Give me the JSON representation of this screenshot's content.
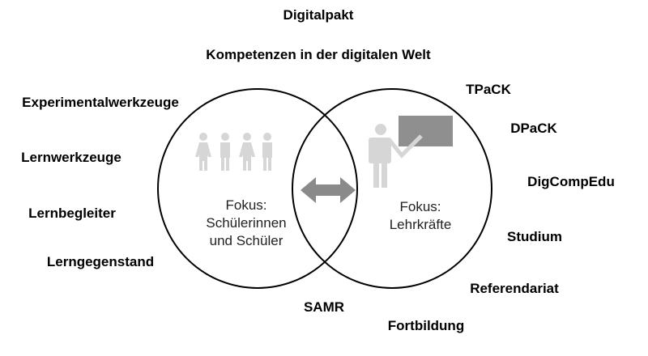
{
  "top_labels": [
    "Digitalpakt",
    "Kompetenzen in der digitalen Welt"
  ],
  "left_labels": [
    "Experimentalwerkzeuge",
    "Lernwerkzeuge",
    "Lernbegleiter",
    "Lerngegenstand"
  ],
  "right_labels": [
    "TPaCK",
    "DPaCK",
    "DigCompEdu",
    "Studium",
    "Referendariat",
    "Fortbildung"
  ],
  "bottom_labels": [
    "SAMR"
  ],
  "left_circle": {
    "line1": "Fokus:",
    "line2": "Schülerinnen",
    "line3": "und Schüler"
  },
  "right_circle": {
    "line1": "Fokus:",
    "line2": "Lehrkräfte"
  },
  "colors": {
    "icon_light": "#d6d6d6",
    "board": "#8f8f8f",
    "arrow": "#8a8a8a"
  }
}
